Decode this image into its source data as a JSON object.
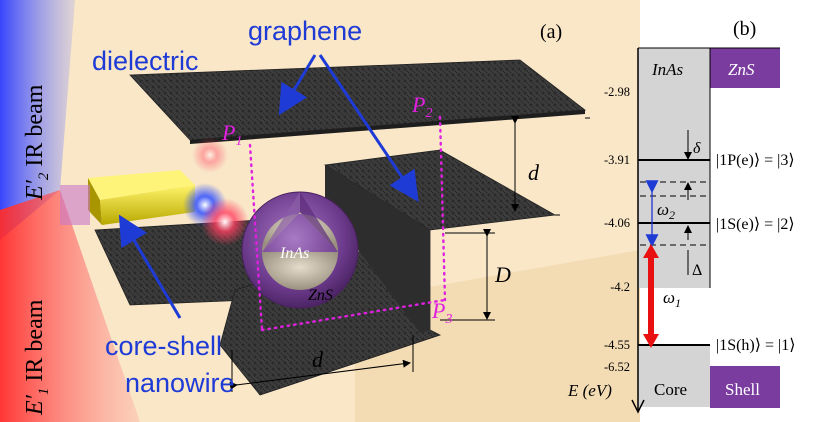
{
  "panel_a": {
    "label": "(a)",
    "dielectric": "dielectric",
    "graphene": "graphene",
    "beam2": {
      "symbol": "E′",
      "sub": "2",
      "text": "IR beam"
    },
    "beam1": {
      "symbol": "E′",
      "sub": "1",
      "text": "IR beam"
    },
    "points": {
      "p1": "P",
      "p1_sub": "1",
      "p2": "P",
      "p2_sub": "2",
      "p3": "P",
      "p3_sub": "3"
    },
    "dims": {
      "d_vertical": "d",
      "D": "D",
      "d_horizontal": "d"
    },
    "core_label": "InAs",
    "shell_label": "ZnS",
    "nanowire_line1": "core-shell",
    "nanowire_line2": "nanowire",
    "colors": {
      "beam_blue": "#3a4dff",
      "beam_red": "#ff4a4a",
      "arrow": "#1f3bd6",
      "point": "#e020e0",
      "bg": "#f9e7c8"
    }
  },
  "panel_b": {
    "label": "(b)",
    "inas": "InAs",
    "zns": "ZnS",
    "core": "Core",
    "shell": "Shell",
    "axis_label": "E (eV)",
    "ticks": [
      "-2.98",
      "-3.91",
      "-4.06",
      "-4.2",
      "-4.55",
      "-6.52"
    ],
    "levels": {
      "p": "|1P(e)⟩ = |3⟩",
      "se": "|1S(e)⟩ = |2⟩",
      "sh": "|1S(h)⟩ = |1⟩"
    },
    "delta": "δ",
    "Delta": "Δ",
    "omega2": "ω",
    "omega2_sub": "2",
    "omega1": "ω",
    "omega1_sub": "1",
    "colors": {
      "core_fill": "#d4d4d4",
      "shell_fill": "#7a3c9e",
      "omega1_arrow": "#e81010",
      "omega2_arrow": "#2030d0"
    }
  }
}
